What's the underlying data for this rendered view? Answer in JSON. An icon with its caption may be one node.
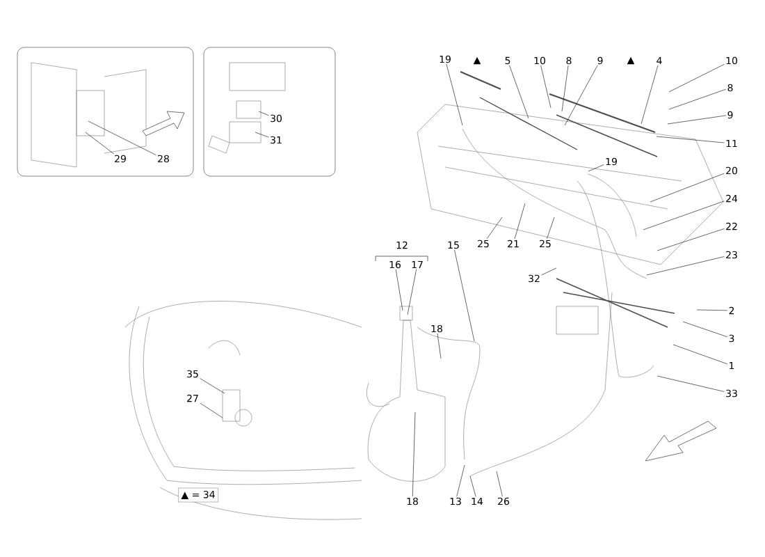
{
  "diagram": {
    "nodes": [
      {
        "text": [
          "19"
        ]
      },
      {
        "text": [
          "5"
        ]
      },
      {
        "text": [
          "10"
        ]
      },
      {
        "text": [
          "8"
        ]
      },
      {
        "text": [
          "9"
        ]
      },
      {
        "text": [
          "4"
        ]
      },
      {
        "text": [
          "10"
        ]
      },
      {
        "text": [
          "8"
        ]
      },
      {
        "text": [
          "9"
        ]
      },
      {
        "text": [
          "11"
        ]
      },
      {
        "text": [
          "19"
        ]
      },
      {
        "text": [
          "20"
        ]
      },
      {
        "text": [
          "24"
        ]
      },
      {
        "text": [
          "22"
        ]
      },
      {
        "text": [
          "25"
        ]
      },
      {
        "text": [
          "21"
        ]
      },
      {
        "text": [
          "25"
        ]
      },
      {
        "text": [
          "23"
        ]
      },
      {
        "text": [
          "16"
        ]
      },
      {
        "text": [
          "17"
        ]
      },
      {
        "text": [
          "15"
        ]
      },
      {
        "text": [
          "32"
        ]
      },
      {
        "text": [
          "2"
        ]
      },
      {
        "text": [
          "18"
        ]
      },
      {
        "text": [
          "3"
        ]
      },
      {
        "text": [
          "1"
        ]
      },
      {
        "text": [
          "35"
        ]
      },
      {
        "text": [
          "33"
        ]
      },
      {
        "text": [
          "27"
        ]
      },
      {
        "text": [
          "18"
        ]
      },
      {
        "text": [
          "13"
        ]
      },
      {
        "text": [
          "14"
        ]
      },
      {
        "text": [
          "26"
        ]
      },
      {
        "text": [
          "29"
        ]
      },
      {
        "text": [
          "28"
        ]
      },
      {
        "text": [
          "30"
        ]
      },
      {
        "text": [
          "31"
        ]
      }
    ],
    "edges": [
      {
        "from": 0,
        "to": null,
        "arrow": "none"
      },
      {
        "from": 1,
        "to": null,
        "arrow": "none"
      },
      {
        "from": 2,
        "to": null,
        "arrow": "none"
      },
      {
        "from": 3,
        "to": null,
        "arrow": "none"
      },
      {
        "from": 4,
        "to": null,
        "arrow": "none"
      },
      {
        "from": 5,
        "to": null,
        "arrow": "none"
      },
      {
        "from": 6,
        "to": null,
        "arrow": "none"
      },
      {
        "from": 7,
        "to": null,
        "arrow": "none"
      },
      {
        "from": 8,
        "to": null,
        "arrow": "none"
      },
      {
        "from": 9,
        "to": null,
        "arrow": "none"
      },
      {
        "from": 10,
        "to": null,
        "arrow": "none"
      },
      {
        "from": 11,
        "to": null,
        "arrow": "none"
      },
      {
        "from": 12,
        "to": null,
        "arrow": "none"
      },
      {
        "from": 13,
        "to": null,
        "arrow": "none"
      },
      {
        "from": 14,
        "to": null,
        "arrow": "none"
      },
      {
        "from": 15,
        "to": null,
        "arrow": "none"
      },
      {
        "from": 16,
        "to": null,
        "arrow": "none"
      },
      {
        "from": 17,
        "to": null,
        "arrow": "none"
      },
      {
        "from": 18,
        "to": null,
        "arrow": "none"
      },
      {
        "from": 19,
        "to": null,
        "arrow": "none"
      },
      {
        "from": 20,
        "to": null,
        "arrow": "none"
      },
      {
        "from": 21,
        "to": null,
        "arrow": "none"
      },
      {
        "from": 22,
        "to": null,
        "arrow": "none"
      },
      {
        "from": 23,
        "to": null,
        "arrow": "none"
      },
      {
        "from": 24,
        "to": null,
        "arrow": "none"
      },
      {
        "from": 25,
        "to": null,
        "arrow": "none"
      },
      {
        "from": 26,
        "to": null,
        "arrow": "none"
      },
      {
        "from": 27,
        "to": null,
        "arrow": "none"
      },
      {
        "from": 28,
        "to": null,
        "arrow": "none"
      },
      {
        "from": 29,
        "to": null,
        "arrow": "none"
      },
      {
        "from": 30,
        "to": null,
        "arrow": "none"
      },
      {
        "from": 31,
        "to": null,
        "arrow": "none"
      },
      {
        "from": 32,
        "to": null,
        "arrow": "none"
      },
      {
        "from": 33,
        "to": null,
        "arrow": "none"
      },
      {
        "from": 34,
        "to": null,
        "arrow": "none"
      },
      {
        "from": 35,
        "to": null,
        "arrow": "none"
      },
      {
        "from": 36,
        "to": null,
        "arrow": "none"
      }
    ],
    "labels": [
      "▲",
      "▲",
      "12",
      "▲ = 34"
    ]
  }
}
